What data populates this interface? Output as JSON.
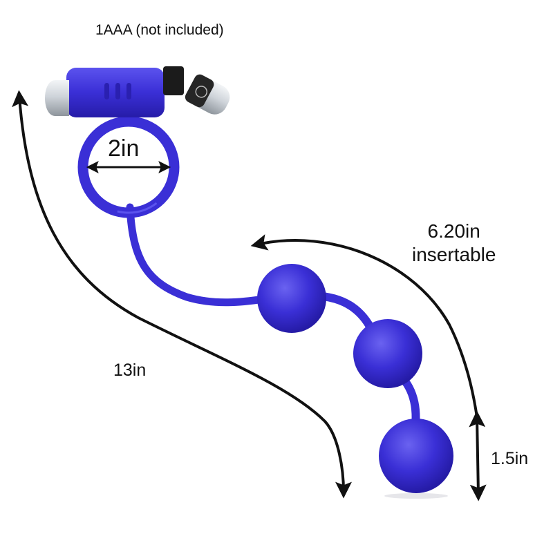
{
  "labels": {
    "battery": "1AAA (not included)",
    "ring_diameter": "2in",
    "total_length": "13in",
    "insertable_length": "6.20in",
    "insertable_word": "insertable",
    "ball_diameter": "1.5in"
  },
  "colors": {
    "product": "#3a2fd6",
    "product_shadow": "#251ba6",
    "product_highlight": "#6a62f0",
    "arrow": "#111111",
    "bullet_metal": "#cfd4da",
    "background": "#ffffff"
  },
  "icons": [
    "bullet-vibrator-icon",
    "logo-icon"
  ]
}
